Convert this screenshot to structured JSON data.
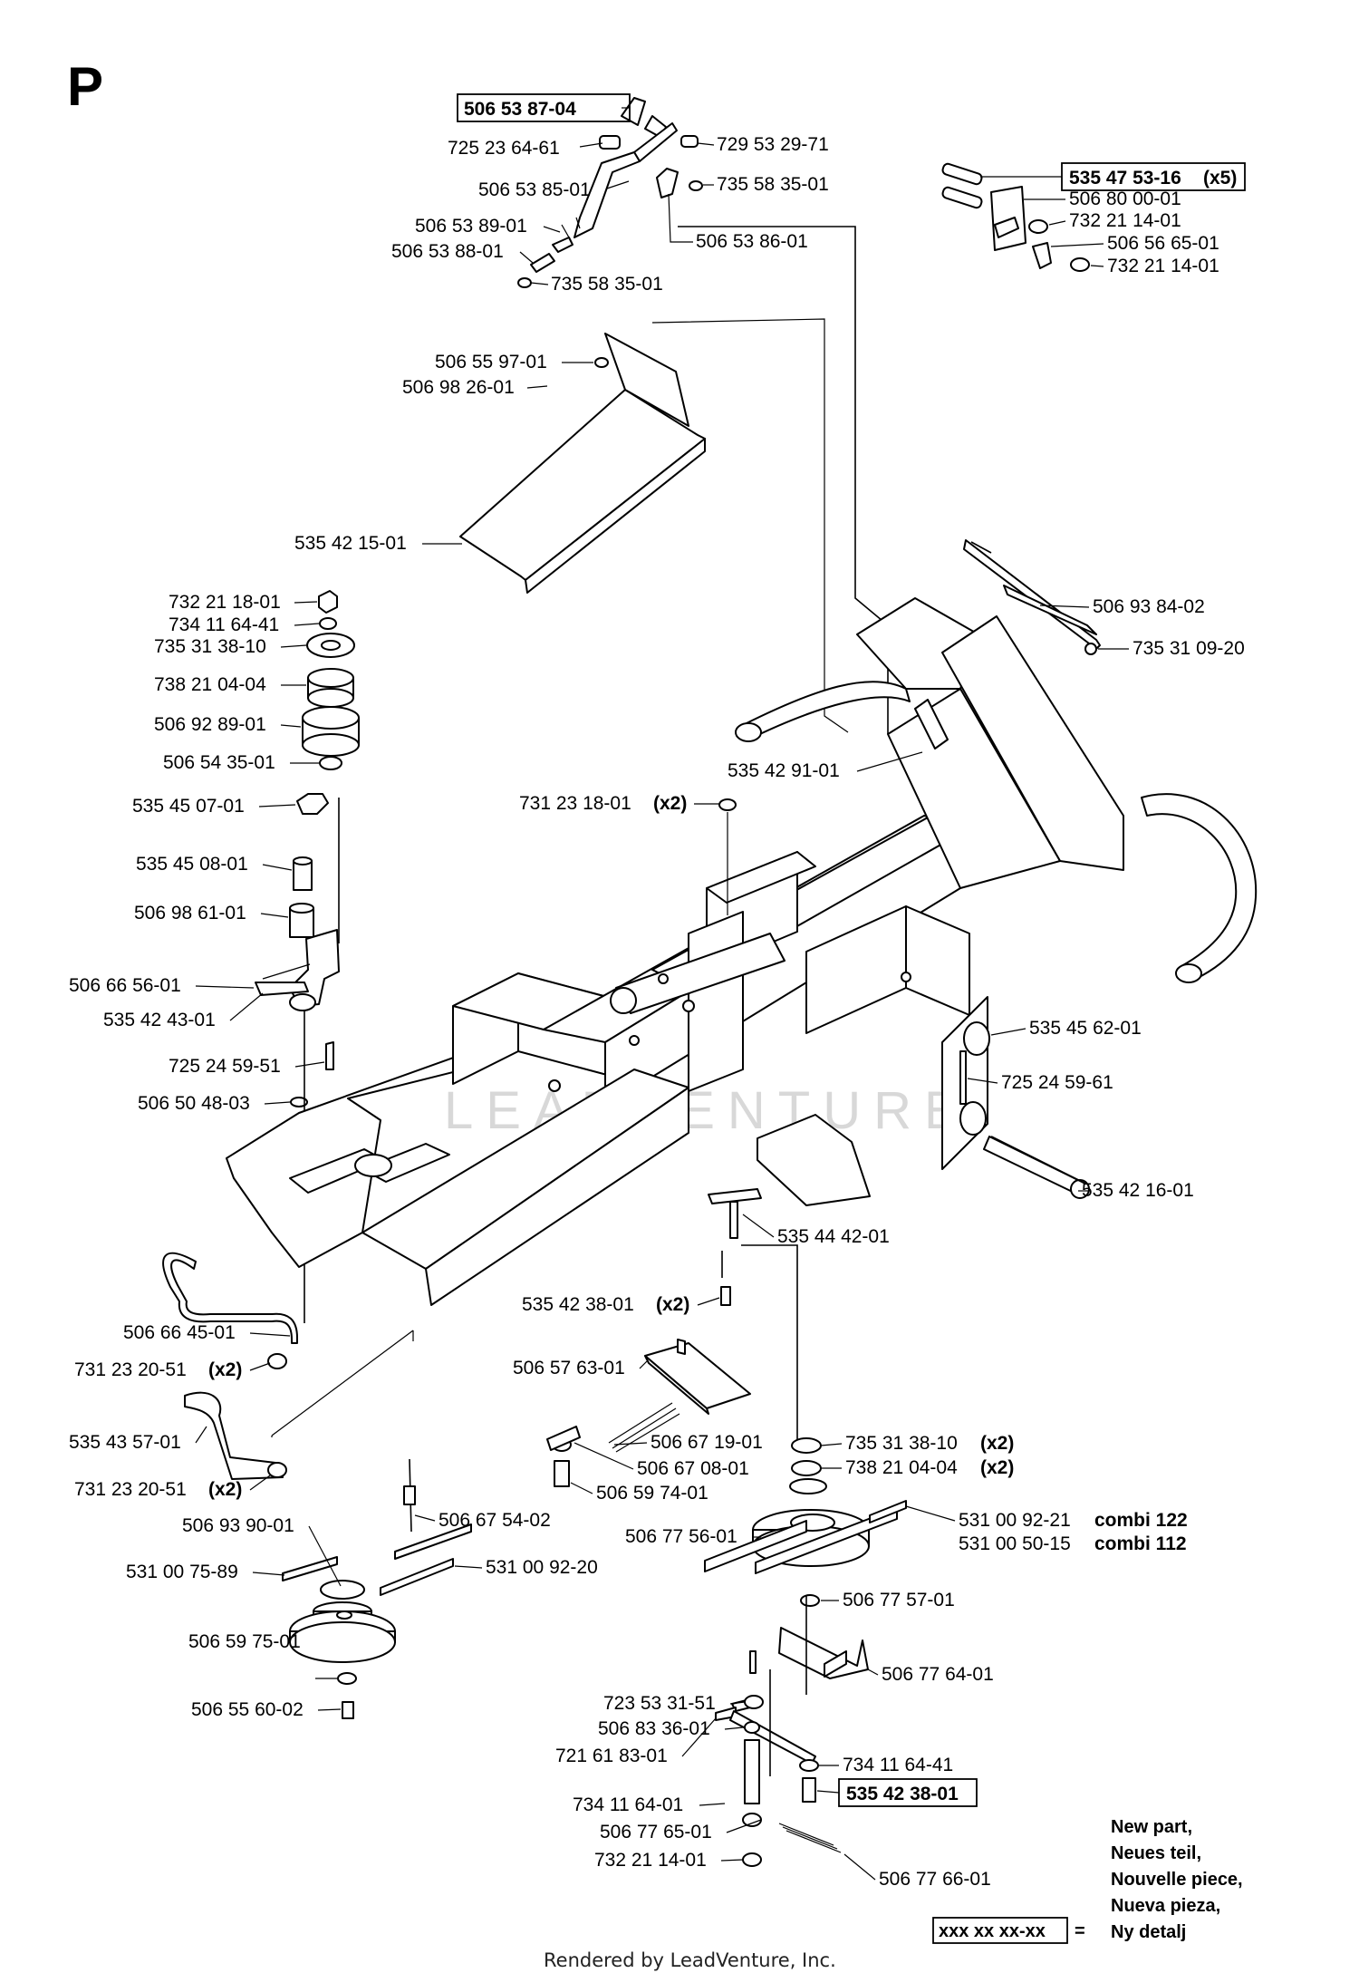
{
  "section_letter": "P",
  "labels": {
    "p506538704": "506 53 87-04",
    "p725236461": "725 23 64-61",
    "p729532971": "729 53 29-71",
    "p506538501": "506 53 85-01",
    "p735583501a": "735 58 35-01",
    "p506538901": "506 53 89-01",
    "p506538801": "506 53 88-01",
    "p506538601": "506 53 86-01",
    "p735583501b": "735 58 35-01",
    "p535475316": "535 47 53-16",
    "p535475316_qty": "(x5)",
    "p506800001": "506 80 00-01",
    "p732211401a": "732 21 14-01",
    "p506566501": "506 56 65-01",
    "p732211401b": "732 21 14-01",
    "p506559701": "506 55 97-01",
    "p506982601": "506 98 26-01",
    "p535421501": "535 42 15-01",
    "p732211801": "732 21 18-01",
    "p734116441a": "734 11 64-41",
    "p735313810a": "735 31 38-10",
    "p738210404a": "738 21 04-04",
    "p506928901": "506 92 89-01",
    "p506543501": "506 54 35-01",
    "p535450701": "535 45 07-01",
    "p535450801": "535 45 08-01",
    "p506986101": "506 98 61-01",
    "p506665601": "506 66 56-01",
    "p535424301": "535 42 43-01",
    "p725245951": "725 24 59-51",
    "p506504803": "506 50 48-03",
    "p506938402": "506 93 84-02",
    "p735310920": "735 31 09-20",
    "p535429101": "535 42 91-01",
    "p731231801": "731 23 18-01",
    "p731231801_qty": "(x2)",
    "p535456201": "535 45 62-01",
    "p725245961": "725 24 59-61",
    "p535421601": "535 42 16-01",
    "p535444201": "535 44 42-01",
    "p535423801a": "535 42 38-01",
    "p535423801a_qty": "(x2)",
    "p506664501": "506 66 45-01",
    "p731232051a": "731 23 20-51",
    "p731232051a_qty": "(x2)",
    "p535435701": "535 43 57-01",
    "p731232051b": "731 23 20-51",
    "p731232051b_qty": "(x2)",
    "p506576301": "506 57 63-01",
    "p506671901": "506 67 19-01",
    "p506670801": "506 67 08-01",
    "p506597401": "506 59 74-01",
    "p735313810b": "735 31 38-10",
    "p735313810b_qty": "(x2)",
    "p738210404b": "738 21 04-04",
    "p738210404b_qty": "(x2)",
    "p506675402": "506 67 54-02",
    "p506939001": "506 93 90-01",
    "p531007589": "531 00 75-89",
    "p531009220": "531 00 92-20",
    "p506775601": "506 77 56-01",
    "p531009221": "531 00 92-21",
    "p531009221_model": "combi 122",
    "p531005015": "531 00 50-15",
    "p531005015_model": "combi 112",
    "p506775701": "506 77 57-01",
    "p506597501": "506 59 75-01",
    "p506556002": "506 55 60-02",
    "p723533151": "723 53 31-51",
    "p506776401": "506 77 64-01",
    "p506833601": "506 83 36-01",
    "p721618301": "721 61 83-01",
    "p734116401": "734 11 64-01",
    "p734116441b": "734 11 64-41",
    "p506776501": "506 77 65-01",
    "p535423801b": "535 42 38-01",
    "p732211401c": "732 21 14-01",
    "p506776601": "506 77 66-01"
  },
  "legend": {
    "symbol": "xxx xx xx-xx",
    "equals": "=",
    "lines": [
      "New part,",
      "Neues teil,",
      "Nouvelle piece,",
      "Nueva pieza,",
      "Ny detalj"
    ]
  },
  "watermark": "LEADVENTURE",
  "footer": "Rendered by LeadVenture, Inc."
}
